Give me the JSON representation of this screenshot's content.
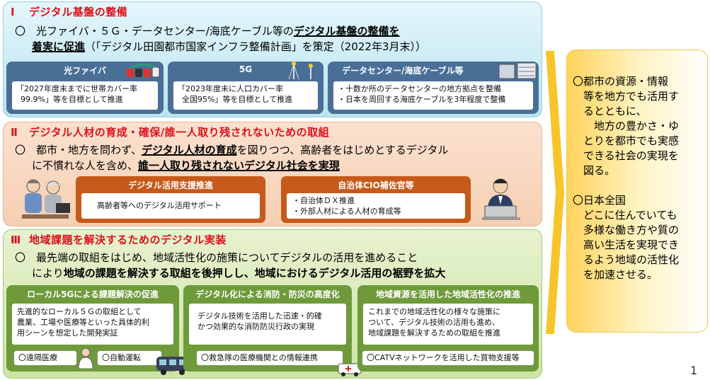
{
  "section1": {
    "num": "Ⅰ",
    "title": "デジタル基盤の整備",
    "line1_a": "〇　光ファイバ・５Ｇ・データセンター/海底ケーブル等の",
    "line1_u": "デジタル基盤の整備を",
    "line2_u": "着実に促進",
    "line2_b": "（「デジタル田園都市国家インフラ整備計画」を策定（2022年3月末））",
    "tiles": [
      {
        "head": "光ファイバ",
        "l1": "「2027年度末までに世帯カバー率",
        "l2": "99.9%」等を目標として推進"
      },
      {
        "head": "5G",
        "l1": "「2023年度末に人口カバー率",
        "l2": "全国95%」等を目標として推進"
      },
      {
        "head": "データセンター/海底ケーブル等",
        "l1": "・十数か所のデータセンターの地方拠点を整備",
        "l2": "・日本を周回する海底ケーブルを3年程度で整備"
      }
    ]
  },
  "section2": {
    "num": "Ⅱ",
    "title": "デジタル人材の育成・確保/誰一人取り残されないための取組",
    "line1_a": "〇　都市・地方を問わず、",
    "line1_u": "デジタル人材の育成",
    "line1_b": "を図りつつ、高齢者をはじめとするデジタル",
    "line2_a": "に不慣れな人を含め、",
    "line2_u": "誰一人取り残されないデジタル社会を実現",
    "tiles": [
      {
        "head": "デジタル活用支援推進",
        "l1": "高齢者等へのデジタル活用サポート",
        "l2": ""
      },
      {
        "head": "自治体CIO補佐官等",
        "l1": "・自治体ＤＸ推進",
        "l2": "・外部人材による人材の育成等"
      }
    ]
  },
  "section3": {
    "num": "Ⅲ",
    "title": "地域課題を解決するためのデジタル実装",
    "line1": "〇　最先端の取組をはじめ、地域活性化の施策についてデジタルの活用を進めること",
    "line2_a": "により",
    "line2_b": "地域の課題を解決する取組を後押しし、地域におけるデジタル活用の裾野を拡大",
    "tiles": [
      {
        "head": "ローカル5Gによる課題解決の促進",
        "l1": "先進的なローカル５Ｇの取組として",
        "l2": "農業、工場や医療等といった具体的利",
        "l3": "用シーンを想定した開発実証"
      },
      {
        "head": "デジタル化による消防・防災の高度化",
        "l1": "デジタル技術を活用した迅速・的確",
        "l2": "かつ効果的な消防防災行政の実現",
        "l3": ""
      },
      {
        "head": "地域資源を活用した地域活性化の推進",
        "l1": "これまでの地域活性化の様々な施策に",
        "l2": "ついて、デジタル技術の活用も進め、",
        "l3": "地域課題を解決するための取組を推進"
      }
    ],
    "pills": [
      "〇遠隔医療",
      "〇自動運転",
      "〇救急隊の医療機関との情報連携",
      "〇CATVネットワークを活用した買物支援等"
    ]
  },
  "right_panel": {
    "p1_l1": "〇都市の資源・情報",
    "p1_l2": "等を地方でも活用す",
    "p1_l3": "るとともに、",
    "p1_l4": "　地方の豊かさ・ゆ",
    "p1_l5": "とりを都市でも実感",
    "p1_l6": "できる社会の実現を",
    "p1_l7": "図る。",
    "p2_l1": "〇日本全国",
    "p2_l2": "どこに住んでいても",
    "p2_l3": "多様な働き方や質の",
    "p2_l4": "高い生活を実現でき",
    "p2_l5": "るよう地域の活性化",
    "p2_l6": "を加速させる。"
  },
  "page_number": "1",
  "colors": {
    "title_red": "#e0101a",
    "tile_blue": "#4a6f97",
    "tile_orange": "#c65a1a",
    "tile_green": "#6f9a3a",
    "arrow_yellow": "#f7c52a"
  }
}
